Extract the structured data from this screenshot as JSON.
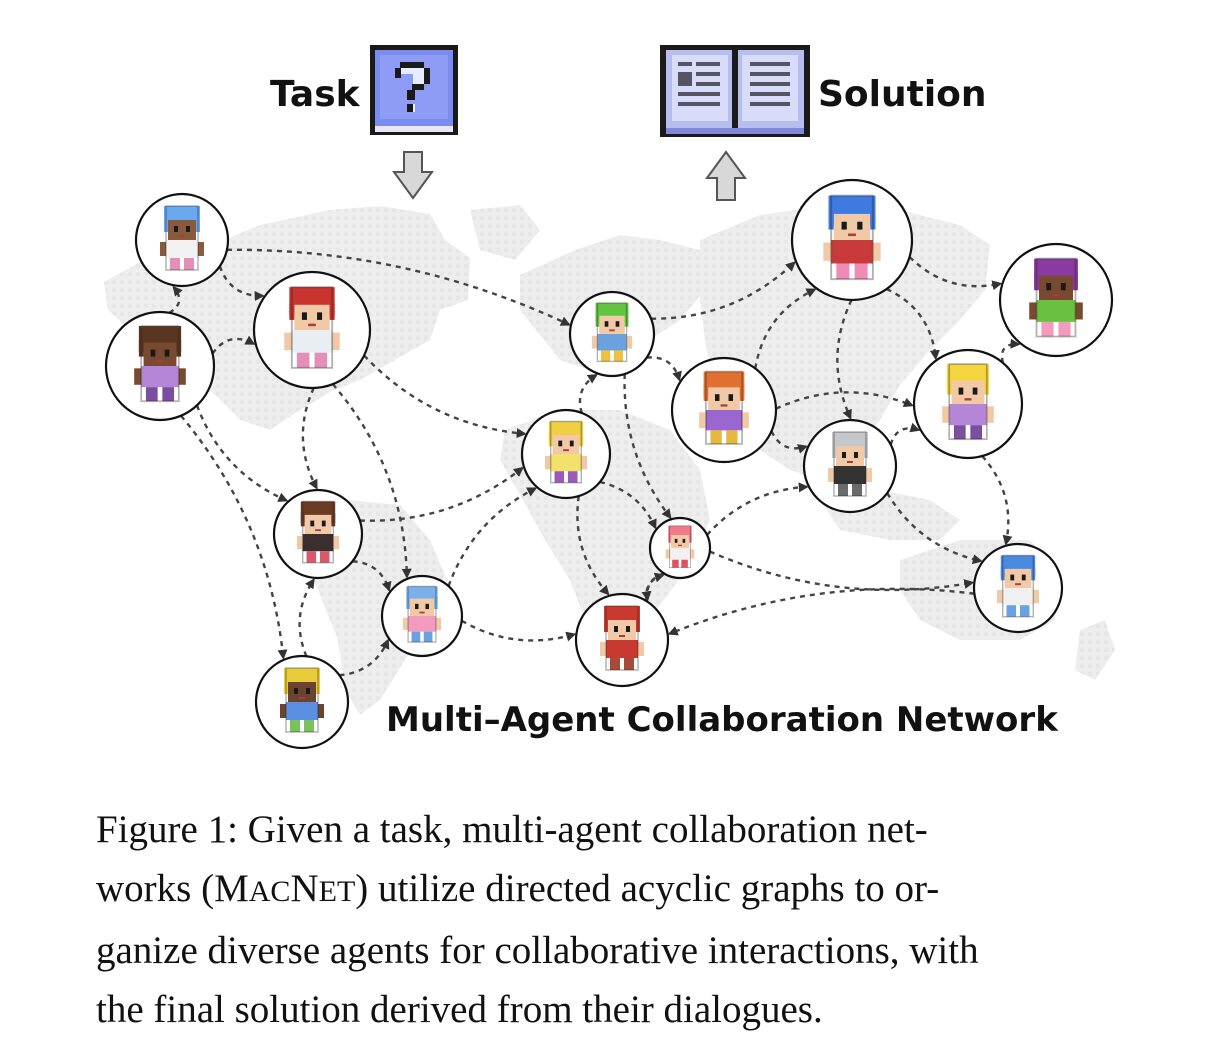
{
  "figure": {
    "task_label": "Task",
    "solution_label": "Solution",
    "network_label": "Multi–Agent Collaboration Network",
    "agents": [
      {
        "id": "a1",
        "hair": "#6aa8f0",
        "skin": "#8a5a3c",
        "shirt": "#f2f2f2",
        "pants": "#e48fb6"
      },
      {
        "id": "a2",
        "hair": "#5a3522",
        "skin": "#7a4a30",
        "shirt": "#b586d8",
        "pants": "#7a4fa0"
      },
      {
        "id": "a3",
        "hair": "#c8342e",
        "skin": "#f2c9a6",
        "shirt": "#e9eef2",
        "pants": "#e48fb6"
      },
      {
        "id": "a4",
        "hair": "#6b3a22",
        "skin": "#f2c9a6",
        "shirt": "#3a2e2e",
        "pants": "#d85a6a"
      },
      {
        "id": "a5",
        "hair": "#7ab0ea",
        "skin": "#f2c9a6",
        "shirt": "#f29bbf",
        "pants": "#6aa2e0"
      },
      {
        "id": "a6",
        "hair": "#e8cc3c",
        "skin": "#6a4430",
        "shirt": "#5b8fe0",
        "pants": "#7ac25a"
      },
      {
        "id": "a7",
        "hair": "#62c440",
        "skin": "#f2c9a6",
        "shirt": "#6aa2e0",
        "pants": "#f0c040"
      },
      {
        "id": "a8",
        "hair": "#f0d040",
        "skin": "#f2c9a6",
        "shirt": "#f2e26a",
        "pants": "#9a5ab8"
      },
      {
        "id": "a9",
        "hair": "#e07030",
        "skin": "#f2c9a6",
        "shirt": "#9a66d0",
        "pants": "#e6b840"
      },
      {
        "id": "a10",
        "hair": "#f07a88",
        "skin": "#f2c9a6",
        "shirt": "#f0f0f0",
        "pants": "#e05060"
      },
      {
        "id": "a11",
        "hair": "#c83a30",
        "skin": "#f2c9a6",
        "shirt": "#c83a30",
        "pants": "#a84a3a"
      },
      {
        "id": "a12",
        "hair": "#3f7ae0",
        "skin": "#f2c9a6",
        "shirt": "#c83a3a",
        "pants": "#f08ab6"
      },
      {
        "id": "a13",
        "hair": "#c4c8cc",
        "skin": "#f2c9a6",
        "shirt": "#333333",
        "pants": "#6a6a6a"
      },
      {
        "id": "a14",
        "hair": "#f5d640",
        "skin": "#f2c9a6",
        "shirt": "#b586d8",
        "pants": "#7a4fa0"
      },
      {
        "id": "a15",
        "hair": "#8a3aa0",
        "skin": "#7a4a30",
        "shirt": "#6ac040",
        "pants": "#f29bbf"
      },
      {
        "id": "a16",
        "hair": "#4a8ae0",
        "skin": "#f2c9a6",
        "shirt": "#f0f0f0",
        "pants": "#6aa2e0"
      }
    ],
    "edges": [
      [
        "a2",
        "a1"
      ],
      [
        "a2",
        "a3"
      ],
      [
        "a1",
        "a3"
      ],
      [
        "a1",
        "a7"
      ],
      [
        "a2",
        "a4"
      ],
      [
        "a2",
        "a6"
      ],
      [
        "a3",
        "a4"
      ],
      [
        "a3",
        "a5"
      ],
      [
        "a3",
        "a8"
      ],
      [
        "a4",
        "a5"
      ],
      [
        "a4",
        "a8"
      ],
      [
        "a6",
        "a4"
      ],
      [
        "a6",
        "a5"
      ],
      [
        "a5",
        "a8"
      ],
      [
        "a5",
        "a11"
      ],
      [
        "a8",
        "a7"
      ],
      [
        "a8",
        "a11"
      ],
      [
        "a8",
        "a10"
      ],
      [
        "a7",
        "a12"
      ],
      [
        "a7",
        "a9"
      ],
      [
        "a7",
        "a10"
      ],
      [
        "a9",
        "a12"
      ],
      [
        "a9",
        "a13"
      ],
      [
        "a9",
        "a14"
      ],
      [
        "a12",
        "a15"
      ],
      [
        "a12",
        "a14"
      ],
      [
        "a12",
        "a13"
      ],
      [
        "a13",
        "a14"
      ],
      [
        "a13",
        "a16"
      ],
      [
        "a10",
        "a13"
      ],
      [
        "a10",
        "a16"
      ],
      [
        "a11",
        "a10"
      ],
      [
        "a16",
        "a11"
      ],
      [
        "a14",
        "a16"
      ],
      [
        "a10",
        "a11"
      ],
      [
        "a14",
        "a15"
      ]
    ]
  },
  "caption": {
    "line1": "Figure 1: Given a task, multi-agent collaboration net-",
    "line2_pre": "works (",
    "line2_m": "M",
    "line2_ac": "AC",
    "line2_n": "N",
    "line2_et": "ET",
    "line2_post": ") utilize directed acyclic graphs to or-",
    "line3": "ganize diverse agents for collaborative interactions, with",
    "line4": "the final solution derived from their dialogues."
  }
}
